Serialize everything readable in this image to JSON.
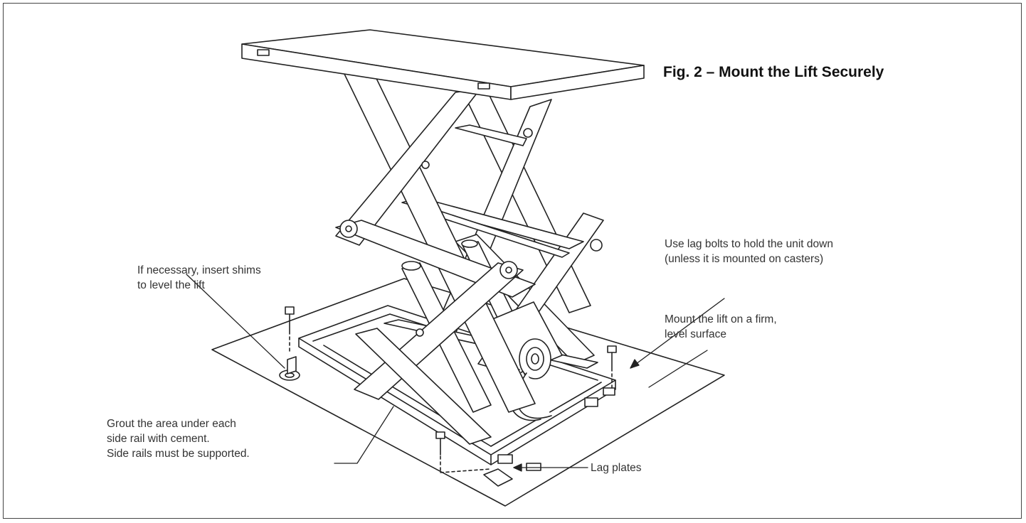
{
  "figure": {
    "title": "Fig. 2 – Mount the Lift Securely"
  },
  "callouts": {
    "shims": [
      "If necessary, insert shims",
      "to level the lift"
    ],
    "lag_bolts": [
      "Use lag bolts to hold the unit down",
      "(unless it is mounted on casters)"
    ],
    "surface": [
      "Mount the lift on a firm,",
      "level surface"
    ],
    "grout": [
      "Grout the area under each",
      "side rail with cement.",
      "Side rails must be supported."
    ],
    "lag_plates": "Lag plates"
  },
  "colors": {
    "line": "#222222",
    "text": "#333333",
    "border": "#444444"
  }
}
